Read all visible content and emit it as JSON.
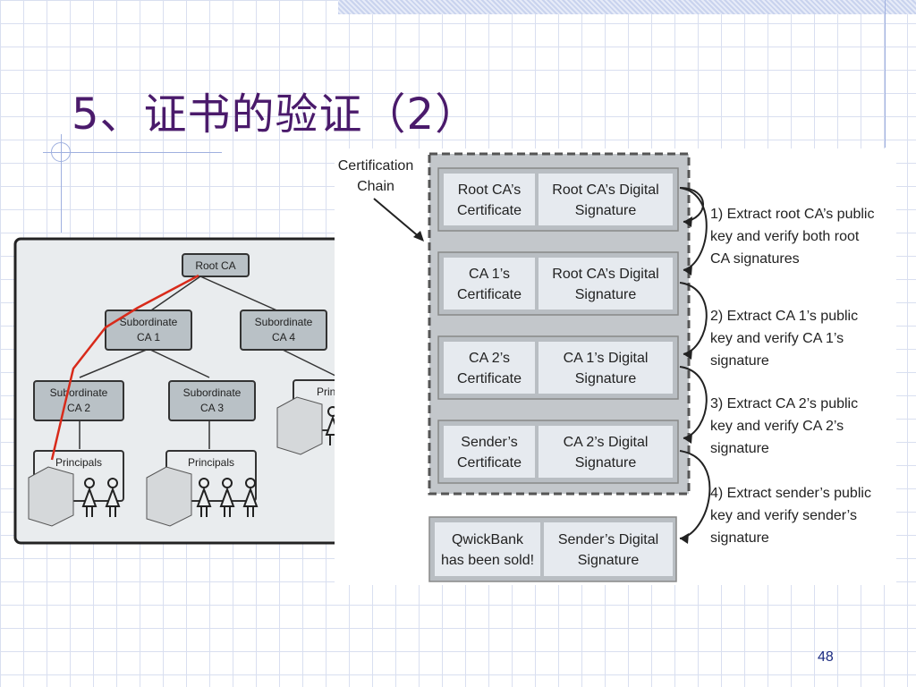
{
  "slide": {
    "title": "5、证书的验证（2）",
    "page_number": "48"
  },
  "hierarchy": {
    "root": "Root CA",
    "sub1": [
      "Subordinate",
      "CA 1"
    ],
    "sub4": [
      "Subordinate",
      "CA 4"
    ],
    "sub2": [
      "Subordinate",
      "CA 2"
    ],
    "sub3": [
      "Subordinate",
      "CA 3"
    ],
    "principals": "Principals",
    "path_color": "#d82a1a"
  },
  "chain": {
    "label": [
      "Certification",
      "Chain"
    ],
    "rows": [
      {
        "left": [
          "Root CA’s",
          "Certificate"
        ],
        "right": [
          "Root CA’s Digital",
          "Signature"
        ]
      },
      {
        "left": [
          "CA 1’s",
          "Certificate"
        ],
        "right": [
          "Root CA’s Digital",
          "Signature"
        ]
      },
      {
        "left": [
          "CA 2’s",
          "Certificate"
        ],
        "right": [
          "CA 1’s Digital",
          "Signature"
        ]
      },
      {
        "left": [
          "Sender’s",
          "Certificate"
        ],
        "right": [
          "CA 2’s Digital",
          "Signature"
        ]
      }
    ],
    "message": {
      "left": [
        "QwickBank",
        "has been sold!"
      ],
      "right": [
        "Sender’s Digital",
        "Signature"
      ]
    },
    "steps": [
      [
        "1) Extract root CA’s public",
        "key and verify both root",
        "CA signatures"
      ],
      [
        "2) Extract CA 1’s public",
        "key and verify CA 1’s",
        "signature"
      ],
      [
        "3) Extract CA 2’s public",
        "key and verify CA 2’s",
        "signature"
      ],
      [
        "4) Extract sender’s public",
        "key and verify sender’s",
        "signature"
      ]
    ]
  }
}
